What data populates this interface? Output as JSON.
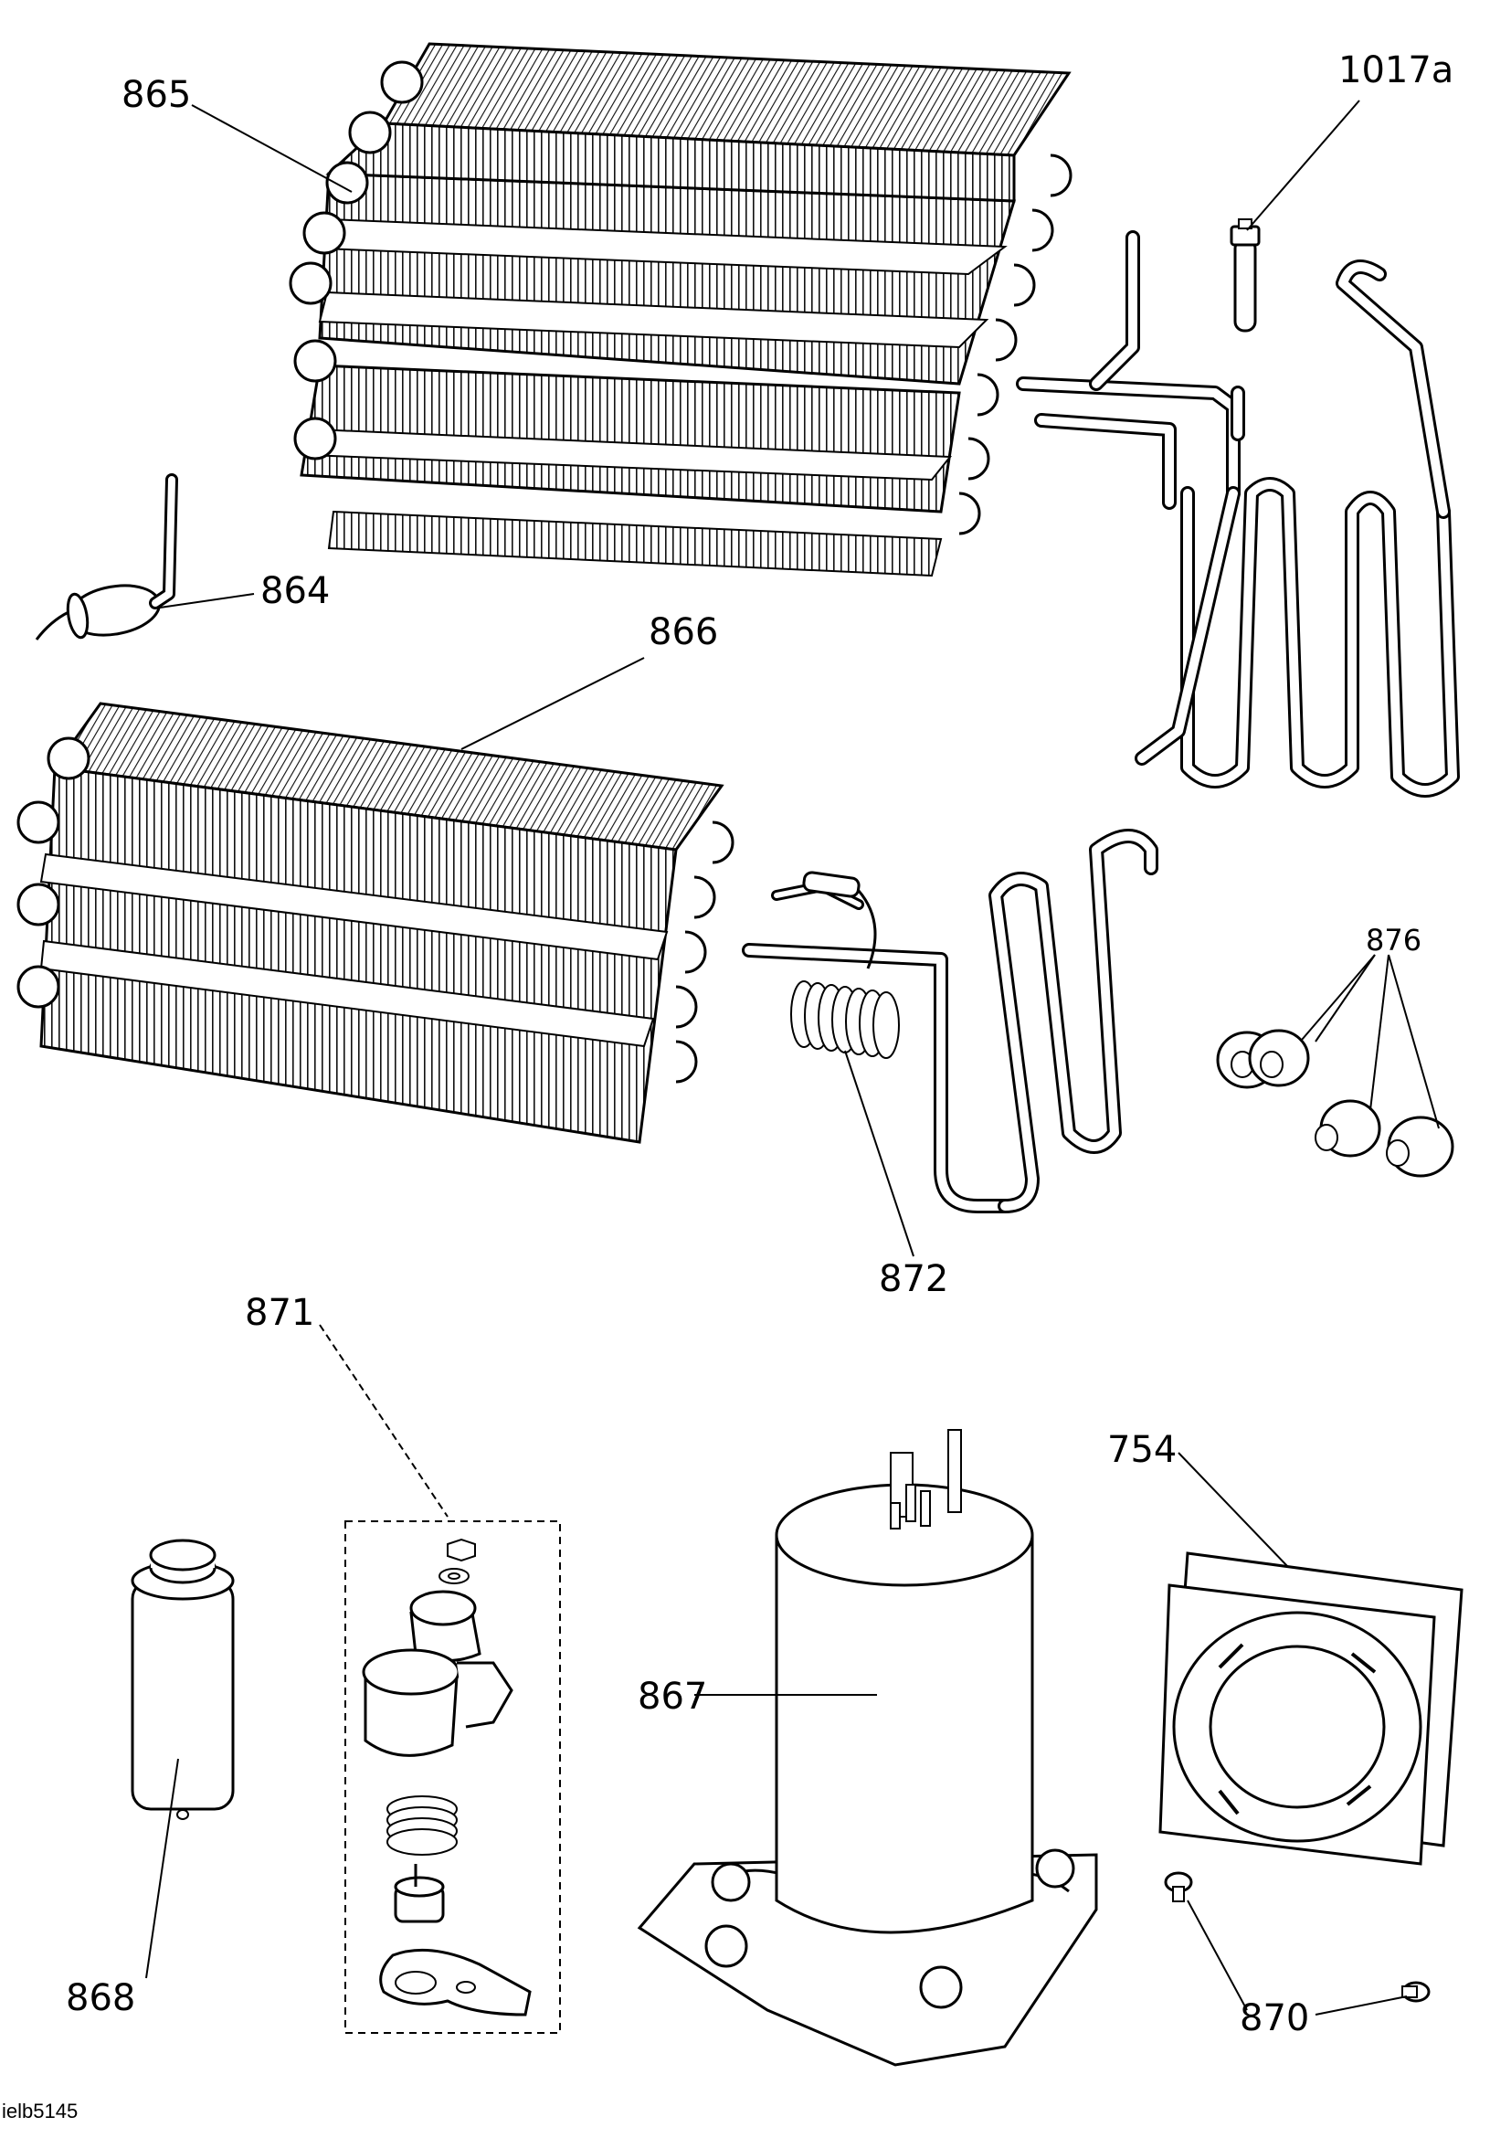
{
  "labels": {
    "p865": "865",
    "p1017a": "1017a",
    "p864": "864",
    "p866": "866",
    "p876": "876",
    "p872": "872",
    "p871": "871",
    "p754": "754",
    "p867": "867",
    "p868": "868",
    "p870": "870"
  },
  "reference_code": "ielb5145"
}
